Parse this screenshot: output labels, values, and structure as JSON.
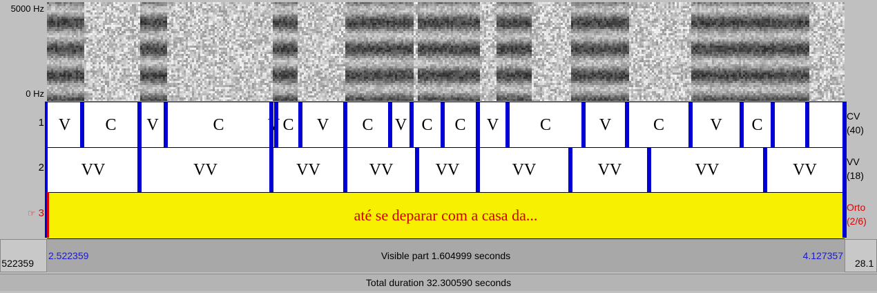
{
  "spectrogram": {
    "top_label": "5000 Hz",
    "bottom_label": "0 Hz"
  },
  "tiers": [
    {
      "number": "1",
      "name": "CV",
      "count": "(40)",
      "intervals": [
        "V",
        "C",
        "V",
        "C",
        "V",
        "C",
        "V",
        "C",
        "V",
        "C",
        "C",
        "V",
        "C",
        "V",
        "C",
        "V",
        "C"
      ]
    },
    {
      "number": "2",
      "name": "VV",
      "count": "(18)",
      "intervals": [
        "VV",
        "VV",
        "VV",
        "VV",
        "VV",
        "VV",
        "VV",
        "VV",
        "VV"
      ]
    },
    {
      "number": "3",
      "pointer": "☞",
      "name": "Orto",
      "count": "(2/6)",
      "text": "até se deparar com a casa da..."
    }
  ],
  "visible": {
    "start": "2.522359",
    "end": "4.127357",
    "label": "Visible part 1.604999 seconds"
  },
  "left_time": "522359",
  "right_time": "28.1",
  "total": {
    "label": "Total duration 32.300590 seconds"
  },
  "colors": {
    "boundary": "#0000d4",
    "selected_tier": "#f7f000",
    "tier_label": "#e00000",
    "time_label": "#1a1acc"
  }
}
